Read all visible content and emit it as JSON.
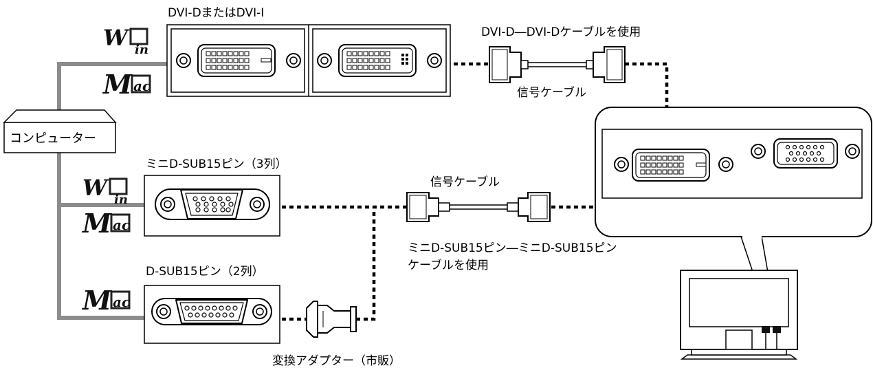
{
  "labels": {
    "dvi_title": "DVI-DまたはDVI-I",
    "dvi_cable": "DVI-D―DVI-Dケーブルを使用",
    "signal_cable_top": "信号ケーブル",
    "computer": "コンピューター",
    "mini_dsub_title": "ミニD-SUB15ピン（3列）",
    "signal_cable_mid": "信号ケーブル",
    "mini_cable_line1": "ミニD-SUB15ピン―ミニD-SUB15ピン",
    "mini_cable_line2": "ケーブルを使用",
    "dsub_title": "D-SUB15ピン（2列）",
    "adapter": "変換アダプター（市販）"
  },
  "logos": {
    "win_mark": "Win",
    "win_main": "W",
    "win_sub": "in",
    "mac_mark": "Mac",
    "mac_main": "M",
    "mac_sub": "ac"
  },
  "icons": [
    "windows-logo-icon",
    "mac-logo-icon",
    "dvi-connector-icon",
    "vga-connector-icon",
    "monitor-icon"
  ]
}
